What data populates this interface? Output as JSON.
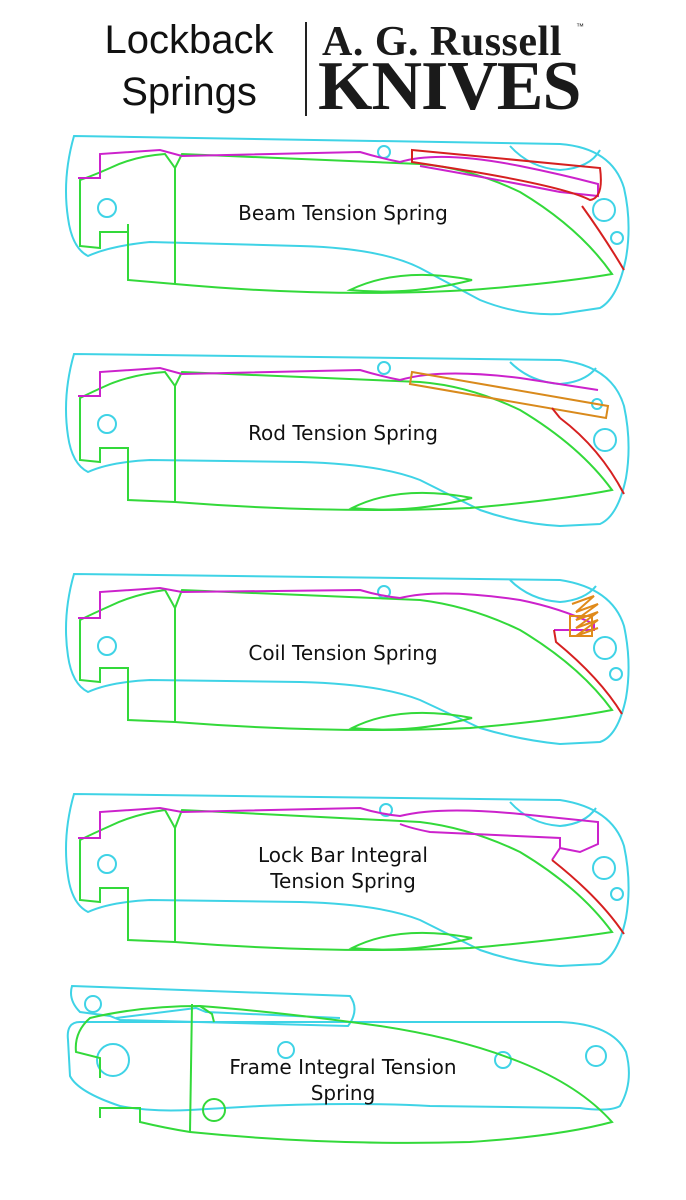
{
  "header": {
    "title_line1": "Lockback",
    "title_line2": "Springs",
    "logo_line1": "A. G. Russell",
    "logo_tm": "™",
    "logo_line2": "KNIVES"
  },
  "diagrams": [
    {
      "label": "Beam Tension Spring",
      "label2": ""
    },
    {
      "label": "Rod Tension Spring",
      "label2": ""
    },
    {
      "label": "Coil Tension Spring",
      "label2": ""
    },
    {
      "label": "Lock Bar Integral",
      "label2": "Tension Spring"
    },
    {
      "label": "Frame Integral Tension",
      "label2": "Spring"
    }
  ],
  "colors": {
    "handle": "#3fd3e6",
    "blade": "#33d93a",
    "lockbar": "#cc22cc",
    "spring": "#d62020",
    "rod": "#d98a1c",
    "coil": "#e08a1a"
  }
}
